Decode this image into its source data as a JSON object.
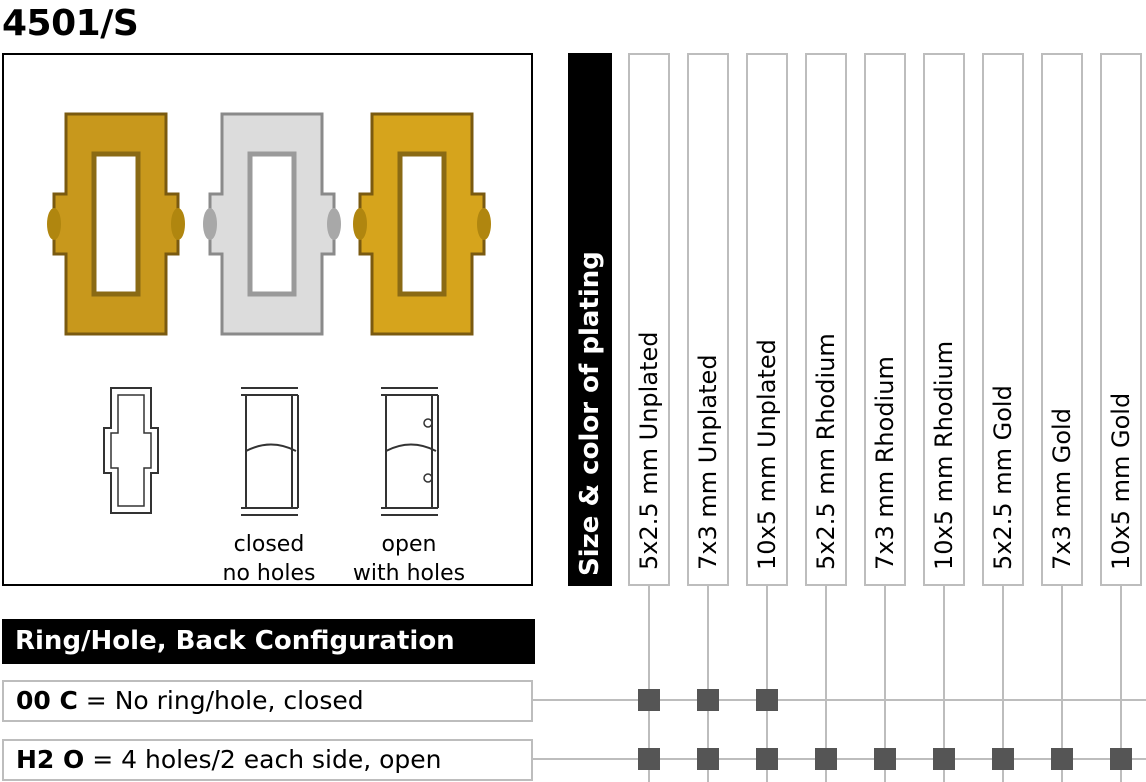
{
  "product": {
    "title": "4501/S"
  },
  "images": {
    "settings": [
      {
        "name": "gold-setting",
        "color": "#c8981c"
      },
      {
        "name": "silver-setting",
        "color": "#c9c9c9"
      },
      {
        "name": "gold-setting",
        "color": "#d6a41c"
      }
    ],
    "captions": [
      {
        "line1": "closed",
        "line2": "no holes"
      },
      {
        "line1": "open",
        "line2": "with holes"
      }
    ]
  },
  "matrix": {
    "column_header": "Size & color of plating",
    "columns": [
      "5x2.5 mm Unplated",
      "7x3 mm Unplated",
      "10x5 mm Unplated",
      "5x2.5 mm Rhodium",
      "7x3 mm Rhodium",
      "10x5 mm Rhodium",
      "5x2.5 mm Gold",
      "7x3 mm Gold",
      "10x5 mm Gold"
    ],
    "row_header": "Ring/Hole, Back Configuration",
    "rows": [
      {
        "code": "00 C",
        "description": "= No ring/hole, closed",
        "available": [
          true,
          true,
          true,
          false,
          false,
          false,
          false,
          false,
          false
        ]
      },
      {
        "code": "H2 O",
        "description": "= 4 holes/2 each side, open",
        "available": [
          true,
          true,
          true,
          true,
          true,
          true,
          true,
          true,
          true
        ]
      }
    ],
    "colors": {
      "line": "#bdbdbd",
      "marker": "#555555"
    }
  }
}
